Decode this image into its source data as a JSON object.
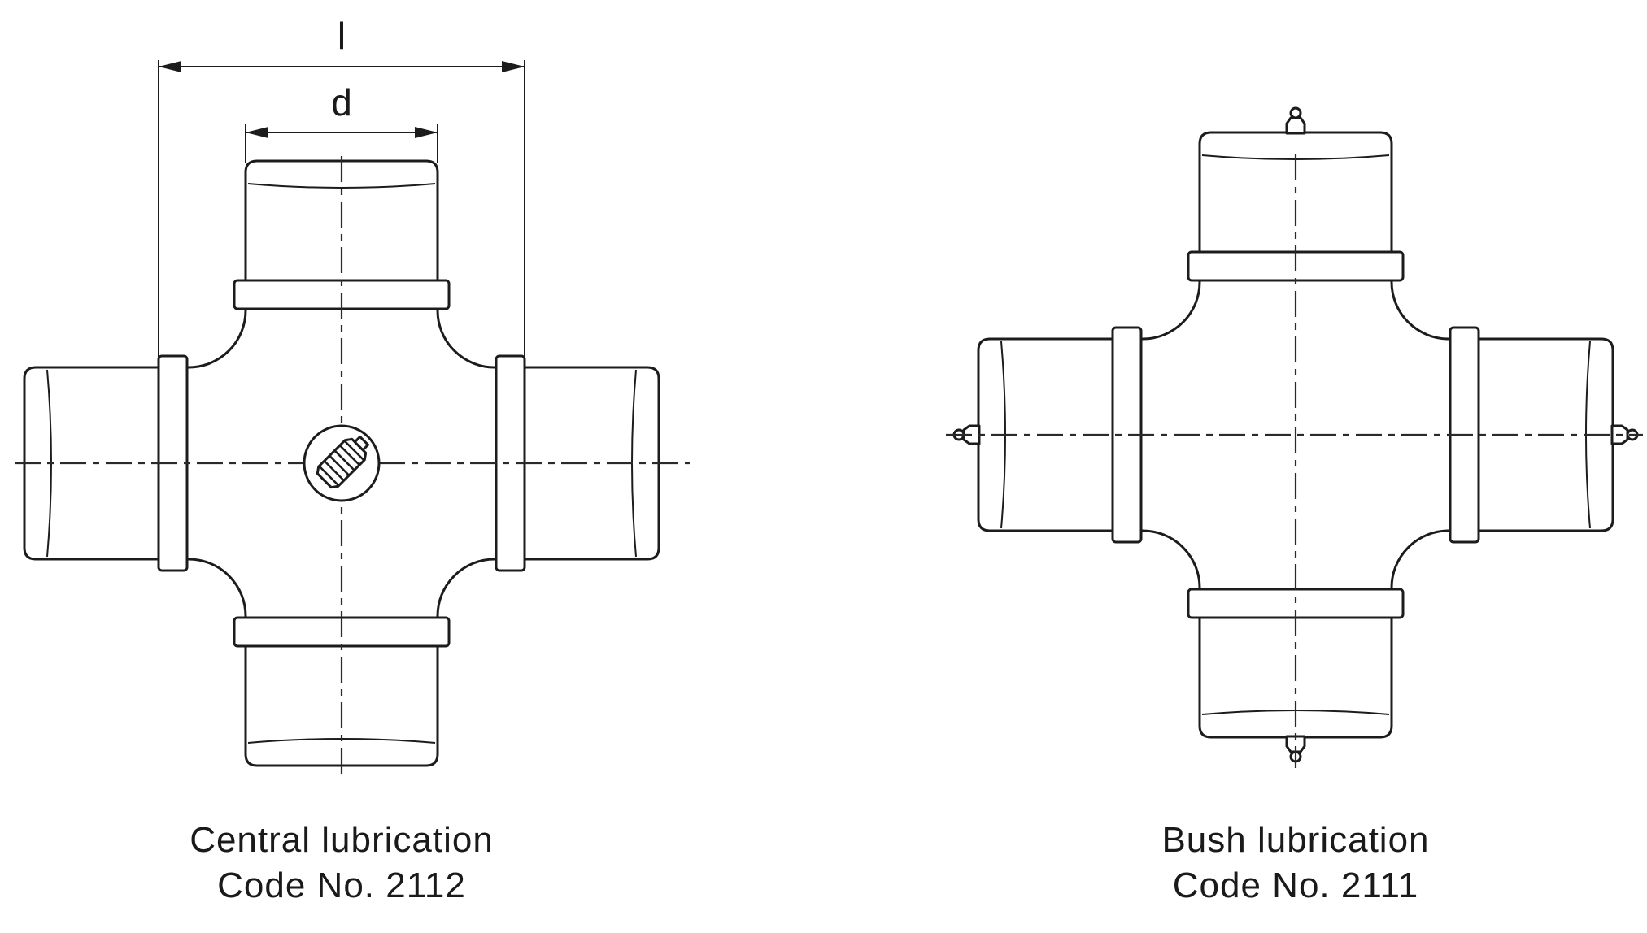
{
  "page": {
    "background": "#ffffff",
    "description": "Technical drawing of two universal joint cross journals with lubrication options"
  },
  "colors": {
    "line": "#1c1c1c",
    "text": "#1a1a1a",
    "background": "#ffffff"
  },
  "figures": {
    "central": {
      "dim_length_label": "l",
      "dim_diameter_label": "d",
      "caption_line1": "Central lubrication",
      "caption_line2": "Code No. 2112"
    },
    "bush": {
      "caption_line1": "Bush lubrication",
      "caption_line2": "Code No. 2111"
    }
  }
}
